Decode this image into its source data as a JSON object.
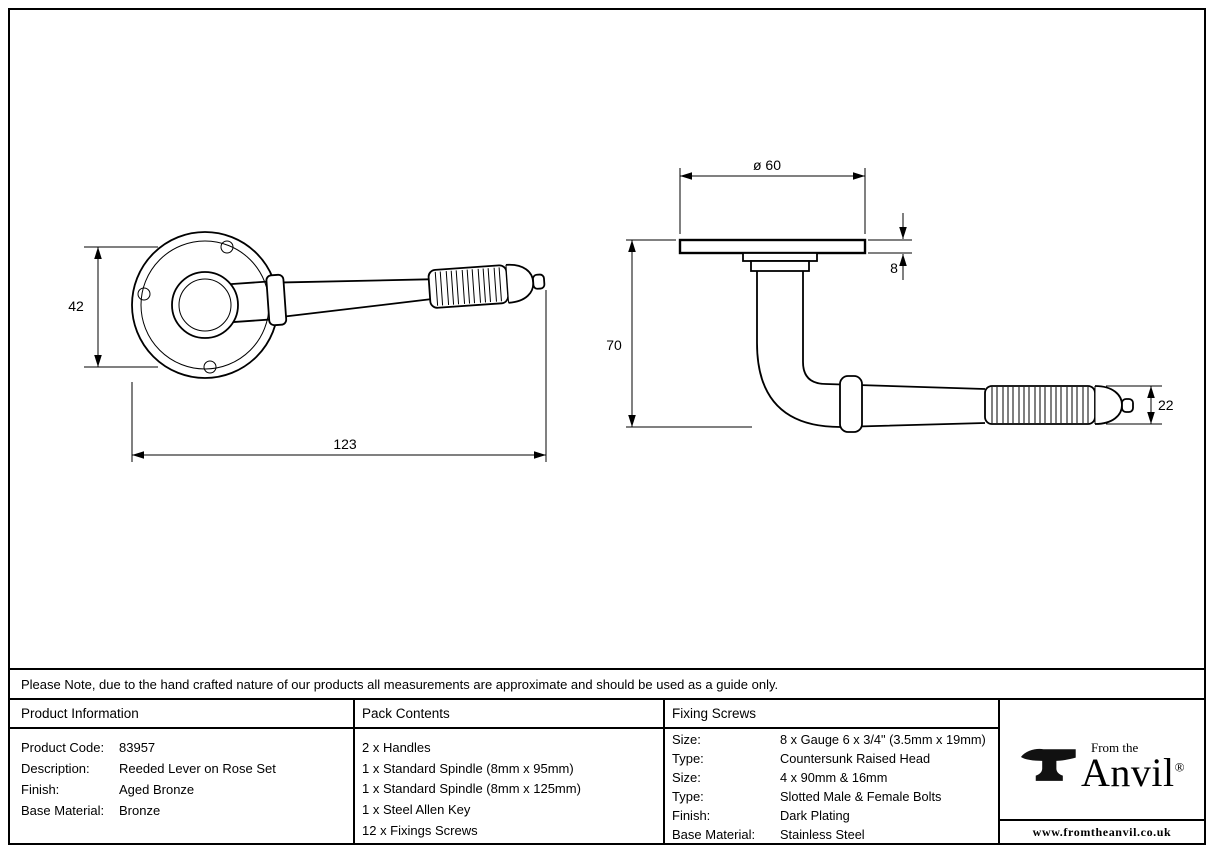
{
  "note": "Please Note, due to the hand crafted nature of our products all measurements are approximate and should be used as a guide only.",
  "dimensions": {
    "front": {
      "rose_height": "42",
      "length": "123"
    },
    "side": {
      "rose_diameter": "ø 60",
      "rose_thickness": "8",
      "projection": "70",
      "lever_diameter": "22"
    }
  },
  "table": {
    "product_info": {
      "header": "Product Information",
      "rows": [
        {
          "label": "Product Code:",
          "value": "83957"
        },
        {
          "label": "Description:",
          "value": "Reeded Lever on Rose Set"
        },
        {
          "label": "Finish:",
          "value": "Aged Bronze"
        },
        {
          "label": "Base Material:",
          "value": "Bronze"
        }
      ]
    },
    "pack_contents": {
      "header": "Pack Contents",
      "items": [
        "2 x Handles",
        "1 x Standard Spindle (8mm x 95mm)",
        "1 x Standard Spindle (8mm x 125mm)",
        "1 x Steel Allen Key",
        "12 x Fixings Screws"
      ]
    },
    "fixing_screws": {
      "header": "Fixing Screws",
      "rows": [
        {
          "label": "Size:",
          "value": "8 x Gauge 6 x 3/4\" (3.5mm x 19mm)"
        },
        {
          "label": "Type:",
          "value": "Countersunk Raised Head"
        },
        {
          "label": "Size:",
          "value": "4 x 90mm & 16mm"
        },
        {
          "label": "Type:",
          "value": "Slotted Male & Female Bolts"
        },
        {
          "label": "Finish:",
          "value": "Dark Plating"
        },
        {
          "label": "Base Material:",
          "value": "Stainless Steel"
        }
      ]
    }
  },
  "logo": {
    "pre": "From the",
    "brand": "Anvil",
    "mark": "®",
    "url": "www.fromtheanvil.co.uk"
  }
}
